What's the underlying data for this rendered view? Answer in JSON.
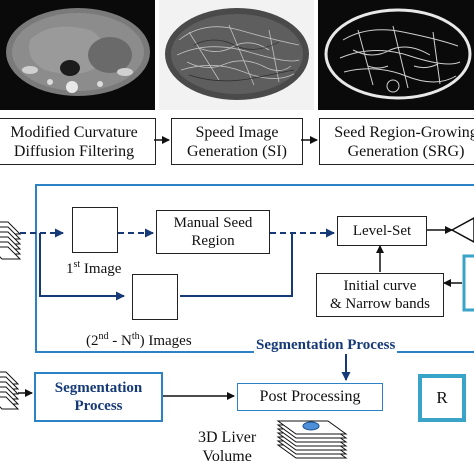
{
  "pipeline_stages": [
    {
      "line1": "Modified Curvature",
      "line2": "Diffusion Filtering"
    },
    {
      "line1": "Speed Image",
      "line2": "Generation (SI)"
    },
    {
      "line1": "Seed Region-Growing",
      "line2": "Generation (SRG)"
    }
  ],
  "segmentation": {
    "first_image_label": "1",
    "first_image_sup": "st",
    "first_image_suffix": " Image",
    "other_images_prefix": "(2",
    "other_images_sup1": "nd",
    "other_images_mid": " - N",
    "other_images_sup2": "th",
    "other_images_suffix": ") Images",
    "manual_seed_line1": "Manual Seed",
    "manual_seed_line2": "Region",
    "level_set": "Level-Set",
    "initial_curve_line1": "Initial curve",
    "initial_curve_line2": "& Narrow bands",
    "process_title": "Segmentation Process"
  },
  "bottom": {
    "seg_process_line1": "Segmentation",
    "seg_process_line2": "Process",
    "post_processing": "Post Processing",
    "r_label": "R",
    "volume_line1": "3D Liver",
    "volume_line2": "Volume"
  },
  "colors": {
    "accent_blue": "#2b83c6",
    "dark_blue": "#163a78",
    "teal_box": "#3aa3c8"
  }
}
